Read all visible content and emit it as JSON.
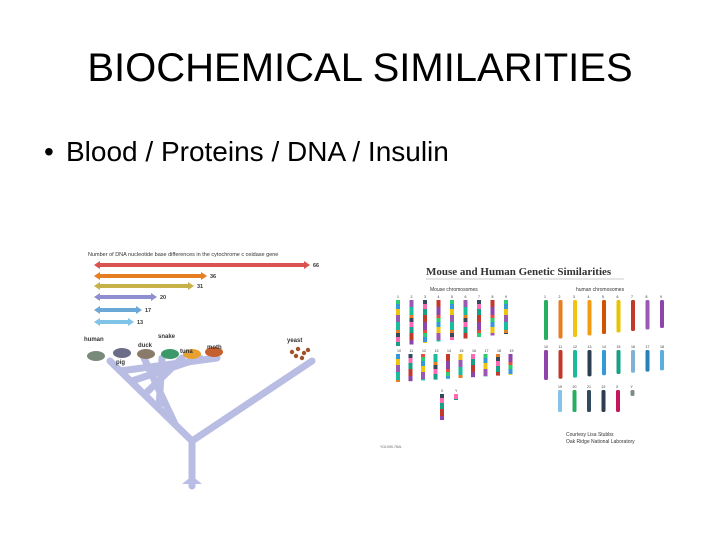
{
  "slide": {
    "title": "BIOCHEMICAL SIMILARITIES",
    "bullet": "Blood / Proteins / DNA / Insulin"
  },
  "tree_figure": {
    "header": "Number of DNA nucleotide base differences in the cytochrome c oxidase gene",
    "bars": [
      {
        "value": "66",
        "color": "#d9534f"
      },
      {
        "value": "36",
        "color": "#e67e22"
      },
      {
        "value": "31",
        "color": "#c7b24a"
      },
      {
        "value": "20",
        "color": "#8e8ed0"
      },
      {
        "value": "17",
        "color": "#6aa8d8"
      },
      {
        "value": "13",
        "color": "#7fc3e6"
      }
    ],
    "organisms": [
      "human",
      "pig",
      "duck",
      "snake",
      "tuna",
      "moth",
      "yeast"
    ],
    "branch_color": "#b9bde3"
  },
  "chromosome_figure": {
    "title": "Mouse and Human Genetic Similarities",
    "mouse_label": "Mouse chromosomes",
    "human_label": "human chromosomes",
    "mouse_row1": [
      "1",
      "2",
      "3",
      "4",
      "5",
      "6",
      "7",
      "8",
      "9"
    ],
    "mouse_row2": [
      "10",
      "11",
      "12",
      "13",
      "14",
      "15",
      "16",
      "17",
      "18",
      "19"
    ],
    "mouse_row3": [
      "X",
      "Y"
    ],
    "human_row1": [
      "1",
      "2",
      "3",
      "4",
      "5",
      "6",
      "7",
      "8",
      "9"
    ],
    "human_row2": [
      "10",
      "11",
      "12",
      "13",
      "14",
      "15",
      "16",
      "17",
      "18"
    ],
    "human_row3": [
      "19",
      "20",
      "21",
      "22",
      "X",
      "Y"
    ],
    "credit_line1": "Courtesy Lisa Stubbs",
    "credit_line2": "Oak Ridge National Laboratory",
    "footnote": "YGL990-784L"
  }
}
